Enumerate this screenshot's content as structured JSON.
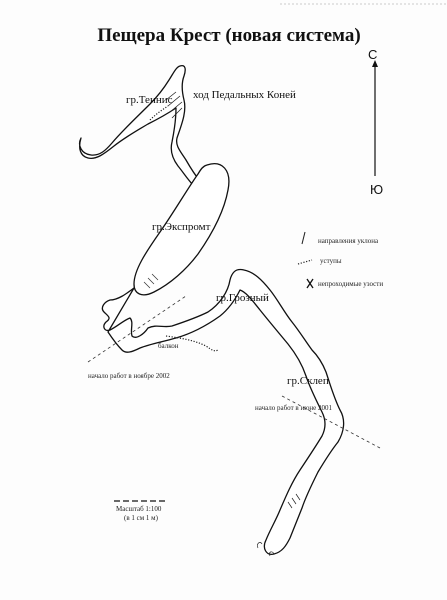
{
  "title": "Пещера Крест (новая система)",
  "compass": {
    "north": "С",
    "south": "Ю"
  },
  "labels": {
    "tennis": "гр.Теннис",
    "pedal_horses": "ход Педальных Коней",
    "expromt": "гр.Экспромт",
    "grozny": "гр.Грозный",
    "balcony": "балкон",
    "sklep": "гр.Склеп",
    "start_nov_2002": "начало работ в ноябре 2002",
    "start_jun_2001": "начало работ в июне 2001"
  },
  "legend": [
    {
      "symbol": "slope-direction",
      "label": "направления уклона"
    },
    {
      "symbol": "ledges",
      "label": "уступы"
    },
    {
      "symbol": "impassable-narrows",
      "label": "непроходимые узости"
    }
  ],
  "scale": {
    "line1": "Масштаб 1:100",
    "line2": "(в 1 см 1 м)"
  }
}
